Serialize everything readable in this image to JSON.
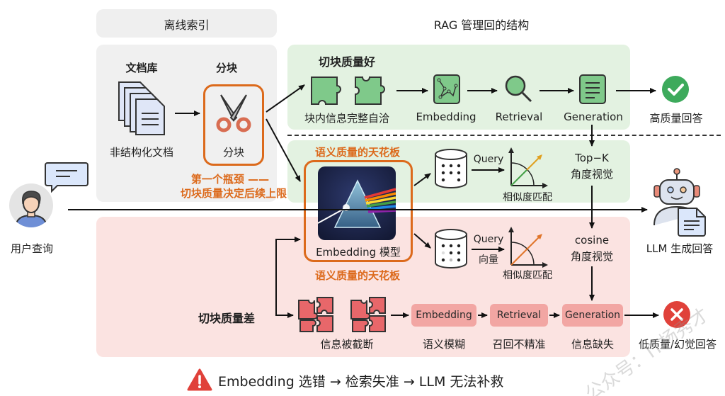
{
  "headers": {
    "offline_index": "离线索引",
    "rag_structure": "RAG 管理回的结构"
  },
  "offline": {
    "doc_library": "文档库",
    "unstructured_docs": "非结构化文档",
    "chunk_title": "分块",
    "chunk_label": "分块",
    "bottleneck_line1": "第一个瓶颈 ——",
    "bottleneck_line2": "切块质量决定后续上限"
  },
  "user": {
    "label": "用户查询"
  },
  "good_path": {
    "title": "切块质量好",
    "chunk_desc": "块内信息完整自洽",
    "embedding": "Embedding",
    "retrieval": "Retrieval",
    "generation": "Generation",
    "result": "高质量回答"
  },
  "embedding_model": {
    "ceiling_top": "语义质量的天花板",
    "label": "Embedding 模型",
    "ceiling_bottom": "语义质量的天花板"
  },
  "vector_top": {
    "query": "Query",
    "similarity": "相似度匹配",
    "metric_line1": "Top−K",
    "metric_line2": "角度视觉"
  },
  "vector_bottom": {
    "query": "Query",
    "query_sub": "向量",
    "similarity": "相似度匹配",
    "metric_line1": "cosine",
    "metric_line2": "角度视觉"
  },
  "llm": {
    "label": "LLM 生成回答"
  },
  "bad_path": {
    "title": "切块质量差",
    "chunk_desc": "信息被截断",
    "steps": [
      {
        "label": "Embedding",
        "desc": "语义模糊"
      },
      {
        "label": "Retrieval",
        "desc": "召回不精准"
      },
      {
        "label": "Generation",
        "desc": "信息缺失"
      }
    ],
    "result": "低质量/幻觉回答"
  },
  "footer": {
    "warning": "Embedding 选错 → 检索失准 → LLM 无法补救"
  },
  "watermark": "公众号：IT杨秀才",
  "colors": {
    "accent_orange": "#dc6a1c",
    "good_green": "#3daa5c",
    "bad_red": "#e0413a",
    "green_panel": "#e3f2e1",
    "red_panel": "#fbe3e1"
  }
}
